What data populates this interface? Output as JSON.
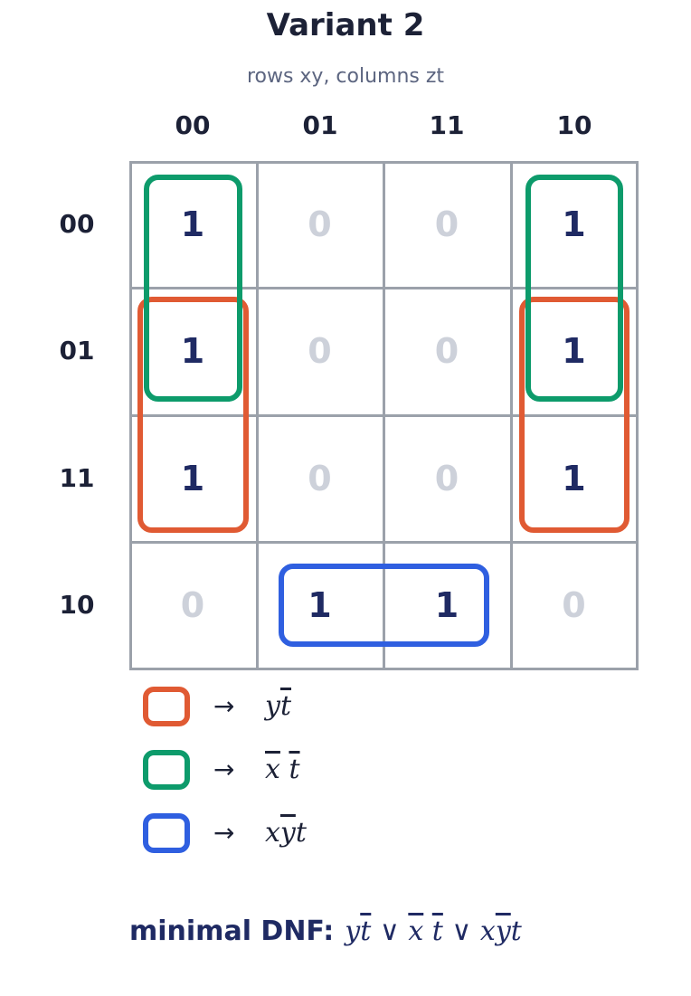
{
  "title": "Variant 2",
  "subtitle": "rows xy,  columns zt",
  "col_headers": [
    "00",
    "01",
    "11",
    "10"
  ],
  "row_headers": [
    "00",
    "01",
    "11",
    "10"
  ],
  "cells": [
    [
      "1",
      "0",
      "0",
      "1"
    ],
    [
      "1",
      "0",
      "0",
      "1"
    ],
    [
      "1",
      "0",
      "0",
      "1"
    ],
    [
      "0",
      "1",
      "1",
      "0"
    ]
  ],
  "groups": [
    {
      "color": "#e05a33",
      "rows": [
        1,
        2
      ],
      "cols": [
        0
      ],
      "wrap_cols": [
        3
      ]
    },
    {
      "color": "#0d9b6b",
      "rows": [
        0,
        1
      ],
      "cols": [
        0
      ],
      "wrap_cols": [
        3
      ]
    },
    {
      "color": "#2f5fe0",
      "rows": [
        3
      ],
      "cols": [
        1,
        2
      ]
    }
  ],
  "legend": {
    "arrow": "→",
    "items": [
      {
        "color": "#e05a33",
        "term": "y t̄"
      },
      {
        "color": "#0d9b6b",
        "term": "x̄ t̄"
      },
      {
        "color": "#2f5fe0",
        "term": "x ȳ t"
      }
    ]
  },
  "dnf": {
    "label": "minimal DNF:",
    "expression": "y t̄ ∨ x̄ t̄ ∨ x ȳ t"
  }
}
